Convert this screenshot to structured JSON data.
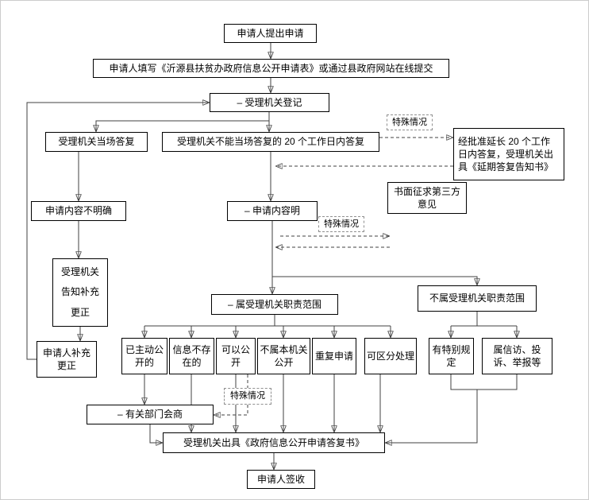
{
  "title": "政府信息公开申请流程图",
  "colors": {
    "line": "#404040",
    "box_border": "#000000",
    "special_box_border": "#909090",
    "background": "#ffffff"
  },
  "flowchart": {
    "nodes": {
      "apply": "申请人提出申请",
      "fill_form": "申请人填写《沂源县扶贫办政府信息公开申请表》或通过县政府网站在线提交",
      "register": "– 受理机关登记",
      "onspot_reply": "受理机关当场答复",
      "not_onspot": "受理机关不能当场答复的 20 个工作日内答复",
      "special1": "特殊情况",
      "extension": "经批准延长 20 个工作日内答复，受理机关出具《延期答复告知书》",
      "third_party": "书面征求第三方意见",
      "unclear": "申请内容不明确",
      "clear": "– 申请内容明",
      "special2": "特殊情况",
      "notify_supplement": "受理机关告知补充更正",
      "supplement": "申请人补充更正",
      "in_scope": "– 属受理机关职责范围",
      "out_scope": "不属受理机关职责范围",
      "published": "已主动公开的",
      "not_exist": "信息不存在的",
      "can_publish": "可以公开",
      "not_this_org": "不属本机关公开",
      "duplicate": "重复申请",
      "separable": "可区分处理",
      "special_rule": "有特别规定",
      "petition": "属信访、投诉、举报等",
      "special3": "特殊情况",
      "consult": "– 有关部门会商",
      "reply_doc": "受理机关出具《政府信息公开申请答复书》",
      "sign": "申请人签收"
    }
  }
}
